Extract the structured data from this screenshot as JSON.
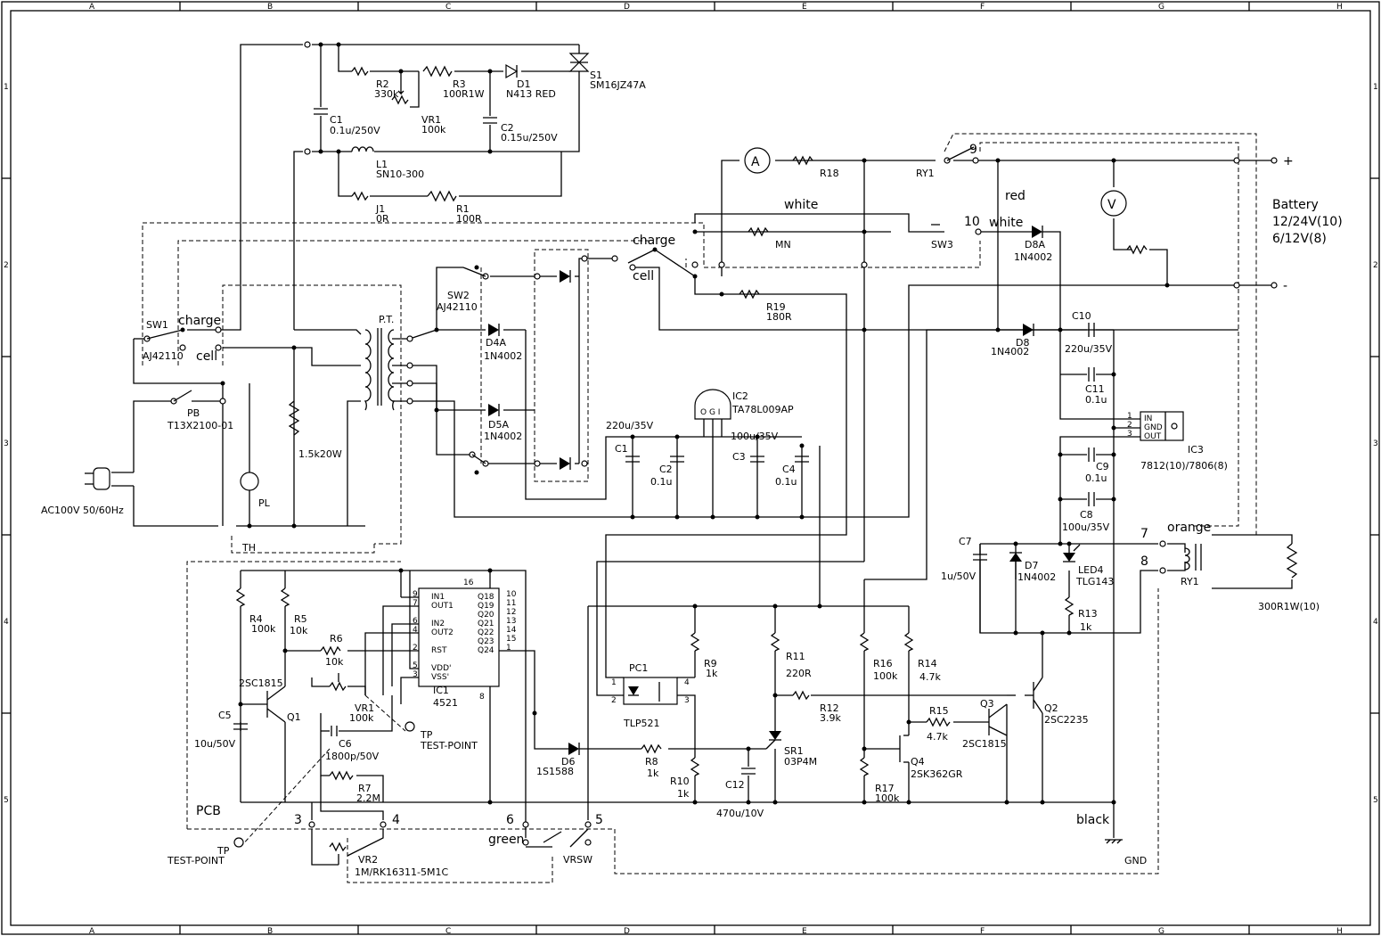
{
  "frame": {
    "columns": [
      "A",
      "B",
      "C",
      "D",
      "E",
      "F",
      "G",
      "H"
    ],
    "rows": [
      "1",
      "2",
      "3",
      "4",
      "5"
    ]
  },
  "labels": {
    "sw1": "SW1",
    "sw1_charge": "charge",
    "sw1_part": "AJ42110",
    "sw1_cell": "cell",
    "sw2": "SW2",
    "sw2_part": "AJ42110",
    "pb": "PB",
    "pb_part": "T13X2100-01",
    "ac": "AC100V 50/60Hz",
    "pl": "PL",
    "th": "TH",
    "pt": "P.T.",
    "r_1k5": "1.5k20W",
    "c1_top": "C1",
    "c1_top_v": "0.1u/250V",
    "r2": "R2",
    "r2_v": "330k",
    "r3": "R3",
    "r3_v": "100R1W",
    "d1": "D1",
    "d1_v": "N413 RED",
    "s1": "S1",
    "s1_v": "SM16JZ47A",
    "vr1_top": "VR1",
    "vr1_top_v": "100k",
    "c2_top": "C2",
    "c2_top_v": "0.15u/250V",
    "l1": "L1",
    "l1_v": "SN10-300",
    "j1": "J1",
    "j1_v": "0R",
    "r1": "R1",
    "r1_v": "100R",
    "d4a": "D4A",
    "d4a_v": "1N4002",
    "d5a": "D5A",
    "d5a_v": "1N4002",
    "charge2": "charge",
    "cell2": "cell",
    "white1": "white",
    "white2": "white",
    "red": "red",
    "orange": "orange",
    "black": "black",
    "mn": "MN",
    "r18": "R18",
    "ry1": "RY1",
    "sw3": "SW3",
    "n9": "9",
    "n10": "10",
    "n7": "7",
    "n8": "8",
    "n3": "3",
    "n4": "4",
    "n5": "5",
    "n6": "6",
    "green": "green",
    "d8a": "D8A",
    "d8a_v": "1N4002",
    "r19": "R19",
    "r19_v": "180R",
    "battery": "Battery",
    "battery_v1": "12/24V(10)",
    "battery_v2": "6/12V(8)",
    "plus": "+",
    "minus": "-",
    "ic2": "IC2",
    "ic2_v": "TA78L009AP",
    "ic2_pins": "O G I",
    "c_220": "220u/35V",
    "c_100": "100u/35V",
    "c1": "C1",
    "c2": "C2",
    "c2_v": "0.1u",
    "c3": "C3",
    "c4": "C4",
    "c4_v": "0.1u",
    "d8": "D8",
    "d8_v": "1N4002",
    "c10": "C10",
    "c10_v": "220u/35V",
    "c11": "C11",
    "c11_v": "0.1u",
    "ic3": "IC3",
    "ic3_v": "7812(10)/7806(8)",
    "ic3_in": "IN",
    "ic3_gnd": "GND",
    "ic3_out": "OUT",
    "ic3_p1": "1",
    "ic3_p2": "2",
    "ic3_p3": "3",
    "c9": "C9",
    "c9_v": "0.1u",
    "c8": "C8",
    "c8_v": "100u/35V",
    "c7": "C7",
    "c7_v": "1u/50V",
    "d7": "D7",
    "d7_v": "1N4002",
    "led4": "LED4",
    "led4_v": "TLG143",
    "r13": "R13",
    "r13_v": "1k",
    "ry1b": "RY1",
    "r300": "300R1W(10)",
    "pcb": "PCB",
    "r4": "R4",
    "r4_v": "100k",
    "r5": "R5",
    "r5_v": "10k",
    "r6": "R6",
    "r6_v": "10k",
    "q1_part": "2SC1815",
    "q1": "Q1",
    "c5": "C5",
    "c5_v": "10u/50V",
    "vr1": "VR1",
    "vr1_v": "100k",
    "c6": "C6",
    "c6_v": "1800p/50V",
    "r7": "R7",
    "r7_v": "2.2M",
    "tp1": "TP",
    "tp1_v": "TEST-POINT",
    "tp2": "TP",
    "tp2_v": "TEST-POINT",
    "vr2": "VR2",
    "vr2_v": "1M/RK16311-5M1C",
    "vrsw": "VRSW",
    "ic1": "IC1",
    "ic1_v": "4521",
    "ic1_16": "16",
    "ic1_8": "8",
    "ic1_in1": "IN1",
    "ic1_out1": "OUT1",
    "ic1_in2": "IN2",
    "ic1_out2": "OUT2",
    "ic1_rst": "RST",
    "ic1_vdd": "VDD'",
    "ic1_vss": "VSS'",
    "ic1_q18": "Q18",
    "ic1_q19": "Q19",
    "ic1_q20": "Q20",
    "ic1_q21": "Q21",
    "ic1_q22": "Q22",
    "ic1_q23": "Q23",
    "ic1_q24": "Q24",
    "p9": "9",
    "p7": "7",
    "p6": "6",
    "p4": "4",
    "p2": "2",
    "p5": "5",
    "p3": "3",
    "p10": "10",
    "p11": "11",
    "p12": "12",
    "p13": "13",
    "p14": "14",
    "p15": "15",
    "p1": "1",
    "d6": "D6",
    "d6_v": "1S1588",
    "r8": "R8",
    "r8_v": "1k",
    "pc1": "PC1",
    "pc1_v": "TLP521",
    "pc1_1": "1",
    "pc1_2": "2",
    "pc1_3": "3",
    "pc1_4": "4",
    "r9": "R9",
    "r9_v": "1k",
    "r10": "R10",
    "r10_v": "1k",
    "c12": "C12",
    "c12_v": "470u/10V",
    "r11": "R11",
    "r11_v": "220R",
    "sr1": "SR1",
    "sr1_v": "03P4M",
    "r12": "R12",
    "r12_v": "3.9k",
    "r16": "R16",
    "r16_v": "100k",
    "r14": "R14",
    "r14_v": "4.7k",
    "r15": "R15",
    "r15_v": "4.7k",
    "q3": "Q3",
    "q3_v": "2SC1815",
    "q2": "Q2",
    "q2_v": "2SC2235",
    "q4": "Q4",
    "q4_v": "2SK362GR",
    "r17": "R17",
    "r17_v": "100k",
    "gnd": "GND",
    "meter_a": "A",
    "meter_v": "V"
  }
}
